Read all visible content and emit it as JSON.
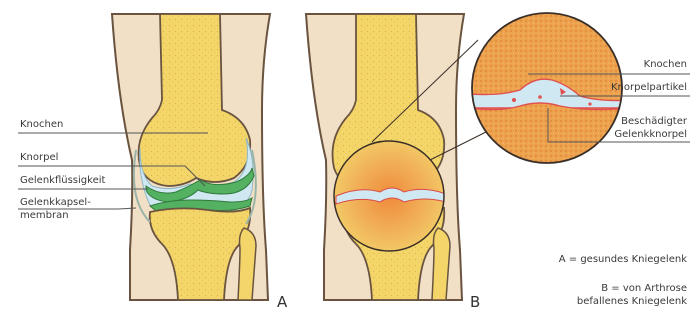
{
  "labels_a": {
    "bone": "Knochen",
    "cartilage": "Knorpel",
    "synovial_fluid": "Gelenkflüssigkeit",
    "capsule_line1": "Gelenkkapsel-",
    "capsule_line2": "membran"
  },
  "labels_b": {
    "bone": "Knochen",
    "cartilage_particle": "Knorpelpartikel",
    "damaged_line1": "Beschädigter",
    "damaged_line2": "Gelenkknorpel"
  },
  "panel_letters": {
    "a": "A",
    "b": "B"
  },
  "legend": {
    "a": "A = gesundes Kniegelenk",
    "b_line1": "B = von Arthrose",
    "b_line2": "befallenes Kniegelenk"
  },
  "colors": {
    "skin": "#f1dfc6",
    "bone": "#f4d56a",
    "cartilage": "#53b161",
    "fluid": "#cfe8f2",
    "inflamed": "#e7873e",
    "outline": "#5c4a3a"
  }
}
